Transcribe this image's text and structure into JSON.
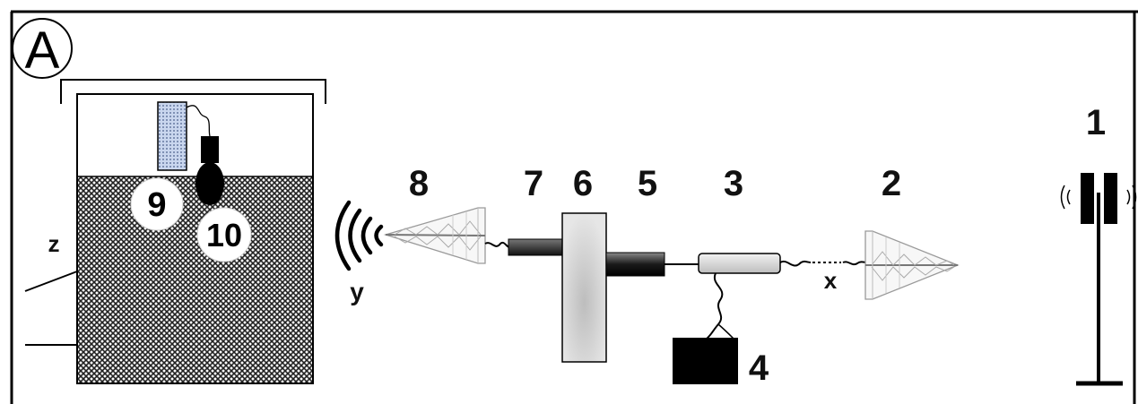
{
  "panel_label": "A",
  "labels": {
    "n1": "1",
    "n2": "2",
    "n3": "3",
    "n4": "4",
    "n5": "5",
    "n6": "6",
    "n7": "7",
    "n8": "8",
    "n9": "9",
    "n10": "10",
    "x": "x",
    "y": "y",
    "z": "z"
  },
  "colors": {
    "line": "#000000",
    "tank_fill": "#3a3a3a",
    "electrode_fill": "#9aaed0",
    "disk_fill": "#d6d6d6",
    "tube_dark": "#222222",
    "connector_fill": "#cfcfcf"
  }
}
